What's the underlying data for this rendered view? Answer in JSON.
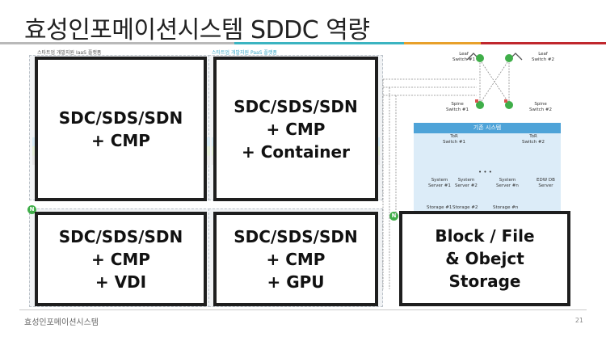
{
  "slide": {
    "title": "효성인포메이션시스템 SDDC 역량",
    "footer": "효성인포메이션시스템",
    "page_number": "21"
  },
  "colors": {
    "line_gray": "#b9b9b9",
    "line_teal": "#3bb4c1",
    "line_orange": "#e8a02a",
    "line_red": "#c0272d",
    "box_border": "#1e1e1e",
    "tor_blue": "#4ea3d8",
    "badge_green": "#3fae49"
  },
  "panels": {
    "iaas_label": "스타트업 개발지원 IaaS 플랫폼",
    "paas_label": "스타트업 개발지원 PaaS 플랫폼"
  },
  "boxes": [
    {
      "text": "SDC/SDS/SDN\n+ CMP"
    },
    {
      "text": "SDC/SDS/SDN\n+ CMP\n+ Container"
    },
    {
      "text": "SDC/SDS/SDN\n+ CMP\n+ VDI"
    },
    {
      "text": "SDC/SDS/SDN\n+ CMP\n+ GPU"
    },
    {
      "text": "Block / File\n& Obejct\nStorage"
    }
  ],
  "network": {
    "leaf1": "Leaf\nSwitch #1",
    "leaf2": "Leaf\nSwitch #2",
    "spine1": "Spine\nSwitch #1",
    "spine2": "Spine\nSwitch #2",
    "legacy_title": "기존 시스템",
    "tor1": "ToR\nSwitch #1",
    "tor2": "ToR\nSwitch #2",
    "servers": [
      "System\nServer #1",
      "System\nServer #2",
      "System\nServer #n",
      "EDW DB\nServer"
    ],
    "storages": [
      "Storage #1",
      "Storage #2",
      "Storage #n"
    ],
    "dots": "• • •"
  },
  "badge_letter": "N"
}
